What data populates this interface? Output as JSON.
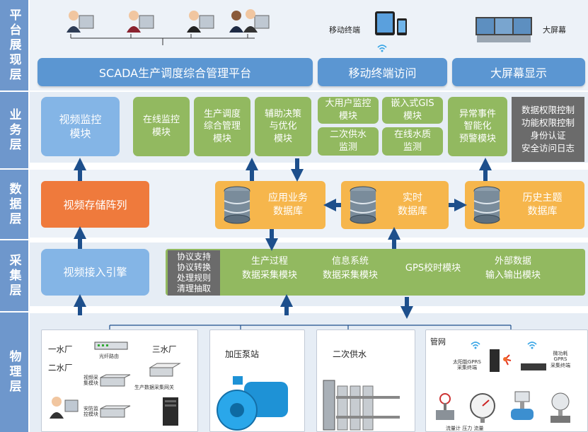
{
  "layers": {
    "platform": "平台展现层",
    "business": "业务层",
    "data": "数据层",
    "collection": "采集层",
    "physical": "物理层"
  },
  "platform": {
    "scada_label": "SCADA生产调度综合管理平台",
    "mobile_label": "移动终端访问",
    "bigscreen_label": "大屏幕显示",
    "mobile_caption": "移动终端",
    "bigscreen_caption": "大屏幕"
  },
  "business": {
    "video_monitor": "视频监控\n模块",
    "online_monitor": "在线监控\n模块",
    "dispatch_manage": "生产调度\n综合管理\n模块",
    "decision_support": "辅助决策\n与优化\n模块",
    "bigcustomer": "大用户监控\n模块",
    "secondary_supply": "二次供水\n监测",
    "gis": "嵌入式GIS\n模块",
    "water_quality": "在线水质\n监测",
    "alarm": "异常事件\n智能化\n预警模块",
    "security": "数据权限控制\n功能权限控制\n身份认证\n安全访问日志"
  },
  "data": {
    "video_storage": "视频存储阵列",
    "app_db": "应用业务\n数据库",
    "realtime_db": "实时\n数据库",
    "history_db": "历史主题\n数据库"
  },
  "collection": {
    "video_engine": "视频接入引擎",
    "protocol": "协议支持\n协议转换\n处理规则\n清理抽取",
    "production": "生产过程\n数据采集模块",
    "infosys": "信息系统\n数据采集模块",
    "gps": "GPS校时模块",
    "external": "外部数据\n输入输出模块"
  },
  "physical": {
    "plant1": "一水厂",
    "plant2": "二水厂",
    "plant3": "三水厂",
    "fiber_switch": "光纤路由",
    "video_server": "视频采\n集模块",
    "prod_switch": "生产数据采集网关",
    "security_server": "安防监\n控模块",
    "pump_station": "加压泵站",
    "secondary_water": "二次供水",
    "pipe_network": "管网",
    "gprs_left": "太阳能GPRS\n采集终端",
    "gprs_right": "微功耗\nGPRS\n采集终端",
    "bottom_labels": "流量计 压力 流量"
  },
  "colors": {
    "layer_blue": "#6e97cc",
    "platform_blue": "#5b96d2",
    "business_green": "#92b960",
    "data_orange": "#ef7a3c",
    "data_yellow": "#f6b64c",
    "arrow_navy": "#1d4f8c"
  }
}
